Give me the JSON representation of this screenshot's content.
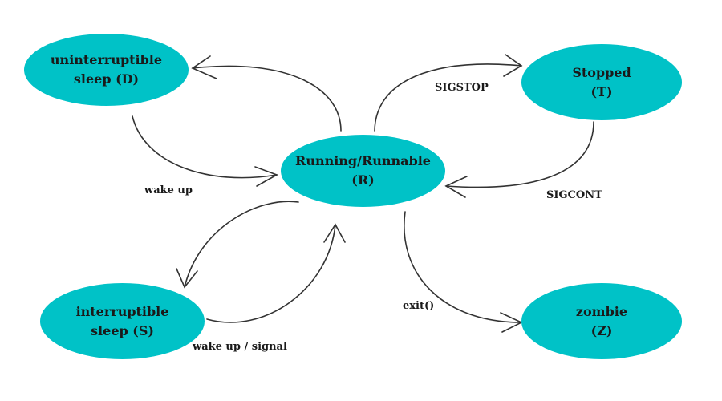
{
  "colors": {
    "node_fill": "#00c2c7",
    "arrow": "#333333",
    "text": "#1a1a1a",
    "background": "#ffffff"
  },
  "nodes": {
    "uninterruptible": {
      "line1": "uninterruptible",
      "line2": "sleep (D)"
    },
    "running": {
      "line1": "Running/Runnable",
      "line2": "(R)"
    },
    "stopped": {
      "line1": "Stopped",
      "line2": "(T)"
    },
    "interruptible": {
      "line1": "interruptible",
      "line2": "sleep (S)"
    },
    "zombie": {
      "line1": "zombie",
      "line2": "(Z)"
    }
  },
  "edges": {
    "wake_up": "wake up",
    "sigstop": "SIGSTOP",
    "sigcont": "SIGCONT",
    "wake_up_signal": "wake up / signal",
    "exit": "exit()"
  }
}
